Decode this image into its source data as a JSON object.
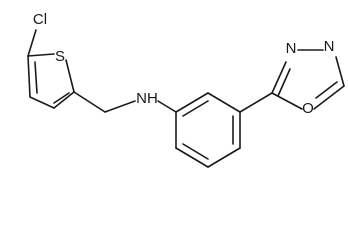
{
  "molecule": {
    "atoms": {
      "chlorine": "Cl",
      "sulfur": "S",
      "amine": "NH",
      "oxadiazole_n_top": "N",
      "oxadiazole_n_right": "N",
      "oxadiazole_o": "O"
    }
  }
}
